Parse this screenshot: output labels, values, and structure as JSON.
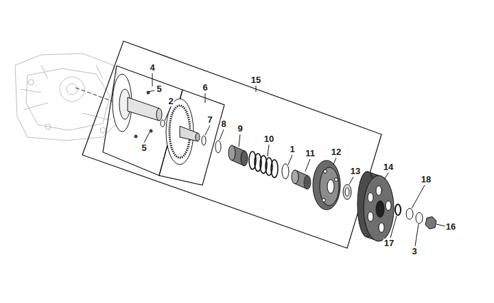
{
  "diagram": {
    "labels": [
      "4",
      "5",
      "15",
      "6",
      "2",
      "5",
      "7",
      "8",
      "9",
      "10",
      "1",
      "11",
      "12",
      "13",
      "14",
      "18",
      "16",
      "17",
      "3"
    ]
  }
}
